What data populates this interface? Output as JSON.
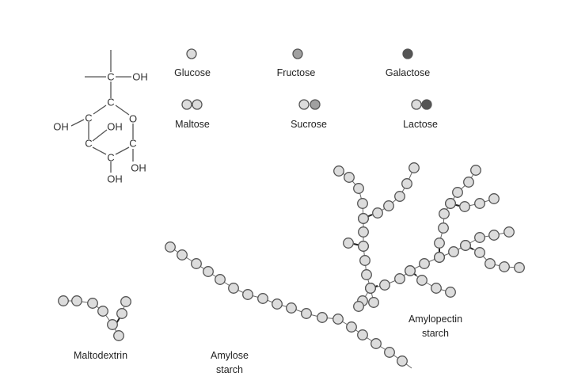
{
  "colors": {
    "glucose": "#dcdcdc",
    "fructose": "#a0a0a0",
    "galactose": "#555555",
    "outline": "#555555",
    "link": "#222222"
  },
  "structure": {
    "atoms": {
      "carbon": "C",
      "oxygen": "O",
      "hydroxyl": "OH"
    }
  },
  "legend": {
    "glucose": "Glucose",
    "fructose": "Fructose",
    "galactose": "Galactose",
    "maltose": "Maltose",
    "sucrose": "Sucrose",
    "lactose": "Lactose"
  },
  "polymers": {
    "maltodextrin": "Maltodextrin",
    "amylose_1": "Amylose",
    "amylose_2": "starch",
    "amylopectin_1": "Amylopectin",
    "amylopectin_2": "starch"
  }
}
